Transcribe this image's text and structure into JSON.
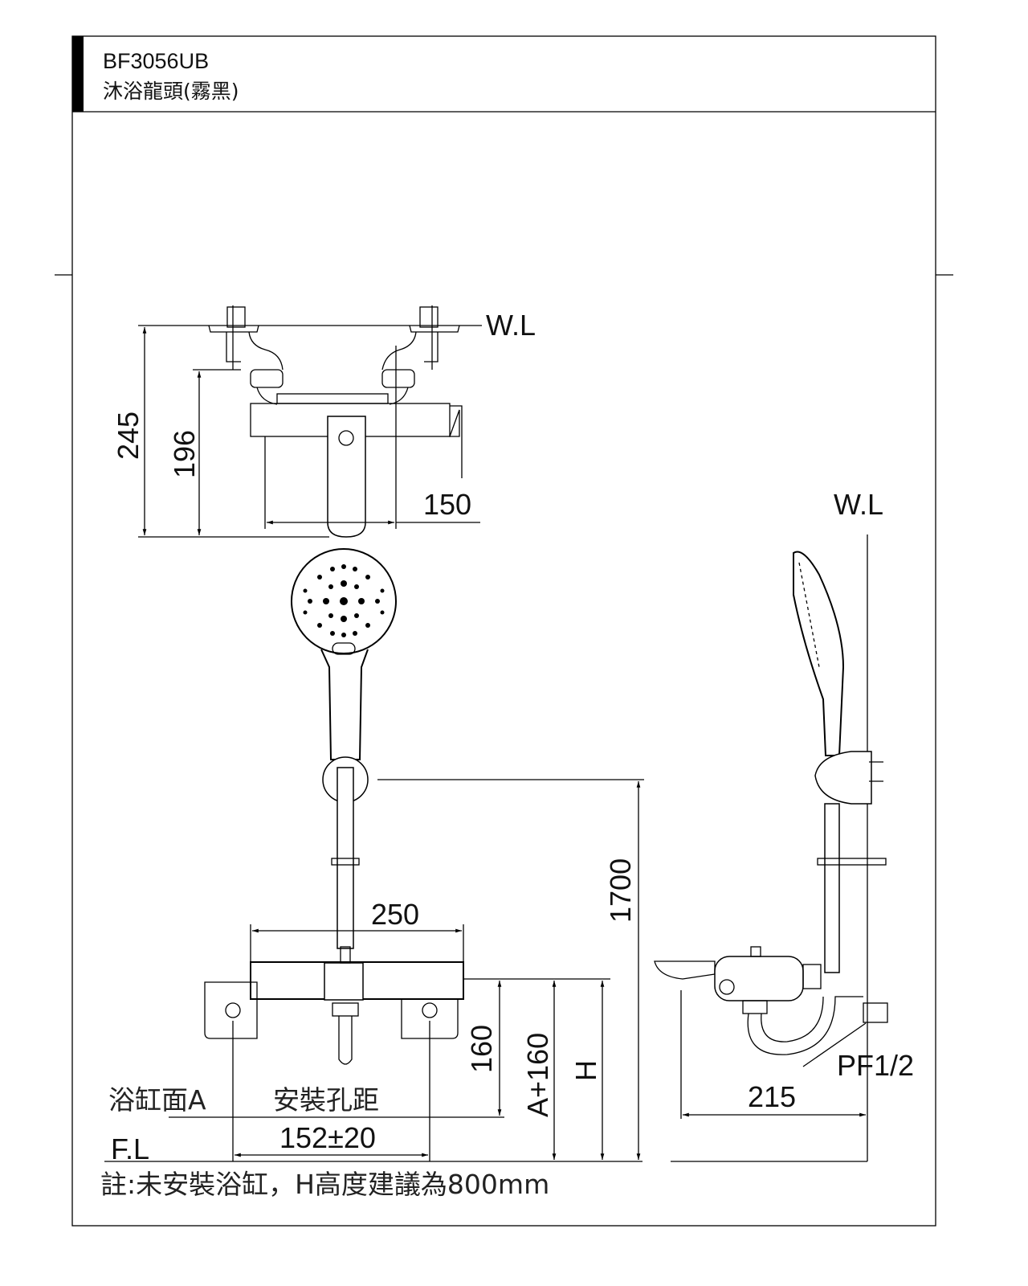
{
  "header": {
    "model": "BF3056UB",
    "product_name": "沐浴龍頭(霧黑)"
  },
  "top_view": {
    "wall_line_label": "W.L",
    "dim_total_height": "245",
    "dim_body_height": "196",
    "dim_spout_width": "150"
  },
  "front_view": {
    "dim_body_width": "250",
    "dim_shower_height": "1700",
    "dim_160": "160",
    "dim_a_plus_160": "A+160",
    "dim_h": "H",
    "bathtub_surface_label": "浴缸面A",
    "hole_spacing_label": "安裝孔距",
    "dim_hole_spacing": "152±20",
    "floor_label": "F.L"
  },
  "side_view": {
    "wall_line_label": "W.L",
    "dim_depth": "215",
    "thread_label": "PF1/2"
  },
  "note": "註:未安裝浴缸，H高度建議為800mm",
  "colors": {
    "line": "#000000",
    "background": "#ffffff"
  }
}
